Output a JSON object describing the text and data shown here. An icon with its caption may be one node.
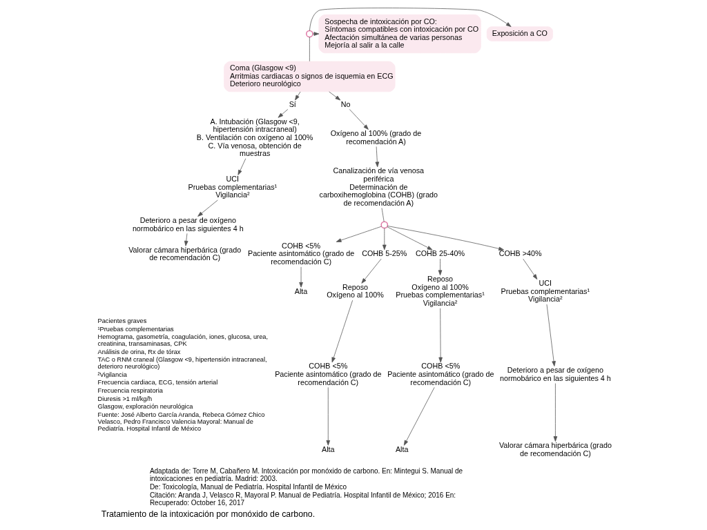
{
  "diagram": {
    "caption": "Tratamiento de la intoxicación por monóxido de carbono.",
    "nodes": [
      {
        "text": [
          "Exposición a CO"
        ]
      },
      {
        "text": [],
        "shape": "circle"
      },
      {
        "text": [
          "Sospecha de intoxicación por CO:",
          "Síntomas compatibles con intoxicación por CO",
          "Afectación simultánea de varias personas",
          "Mejoría al salir a la calle"
        ]
      },
      {
        "text": [
          "Coma (Glasgow <9)",
          "Arritmias cardiacas o signos de isquemia en ECG",
          "Deterioro neurológico"
        ]
      },
      {
        "text": [
          "Sí"
        ]
      },
      {
        "text": [
          "No"
        ]
      },
      {
        "text": [
          "A. Intubación (Glasgow <9, hipertensión intracraneal)",
          "B. Ventilación con oxígeno al 100%",
          "C. Vía venosa, obtención de muestras"
        ]
      },
      {
        "text": [
          "UCI",
          "Pruebas complementarias¹",
          "Vigilancia²"
        ]
      },
      {
        "text": [
          "Deterioro a pesar de oxígeno normobárico en las siguientes 4 h"
        ]
      },
      {
        "text": [
          "Valorar cámara hiperbárica (grado de recomendación C)"
        ]
      },
      {
        "text": [
          "Oxígeno al 100% (grado de recomendación A)"
        ]
      },
      {
        "text": [
          "Canalización de vía venosa periférica",
          "Determinación de carboxihemoglobina (COHB) (grado de recomendación A)"
        ]
      },
      {
        "text": [],
        "shape": "circle"
      },
      {
        "text": [
          "COHB <5%",
          "Paciente asintomático (grado de recomendación C)"
        ]
      },
      {
        "text": [
          "Alta"
        ]
      },
      {
        "text": [
          "COHB 5-25%"
        ]
      },
      {
        "text": [
          "Reposo",
          "Oxígeno al 100%"
        ]
      },
      {
        "text": [
          "COHB <5%",
          "Paciente asintomático (grado de recomendación C)"
        ]
      },
      {
        "text": [
          "Alta"
        ]
      },
      {
        "text": [
          "COHB 25-40%"
        ]
      },
      {
        "text": [
          "Reposo",
          "Oxígeno al 100%",
          "Pruebas complementarias¹",
          "Vigilancia²"
        ]
      },
      {
        "text": [
          "COHB <5%",
          "Paciente asintomático (grado de recomendación C)"
        ]
      },
      {
        "text": [
          "Alta"
        ]
      },
      {
        "text": [
          "COHB >40%"
        ]
      },
      {
        "text": [
          "UCI",
          "Pruebas complementarias¹",
          "Vigilancia²"
        ]
      },
      {
        "text": [
          "Deterioro a pesar de oxígeno normobárico en las siguientes 4 h"
        ]
      },
      {
        "text": [
          "Valorar cámara hiperbárica (grado de recomendación C)"
        ]
      }
    ],
    "edges": [
      {
        "from": 1,
        "to": 0,
        "arrow": "to"
      },
      {
        "from": 1,
        "to": 2,
        "arrow": "to"
      },
      {
        "from": 1,
        "to": 3,
        "arrow": "none"
      },
      {
        "from": 3,
        "to": 4,
        "arrow": "to"
      },
      {
        "from": 3,
        "to": 5,
        "arrow": "to"
      },
      {
        "from": 4,
        "to": 6,
        "arrow": "to"
      },
      {
        "from": 6,
        "to": 7,
        "arrow": "to"
      },
      {
        "from": 7,
        "to": 8,
        "arrow": "to"
      },
      {
        "from": 8,
        "to": 9,
        "arrow": "to"
      },
      {
        "from": 5,
        "to": 10,
        "arrow": "to"
      },
      {
        "from": 10,
        "to": 11,
        "arrow": "to"
      },
      {
        "from": 11,
        "to": 12,
        "arrow": "none"
      },
      {
        "from": 12,
        "to": 13,
        "arrow": "to"
      },
      {
        "from": 12,
        "to": 15,
        "arrow": "to"
      },
      {
        "from": 12,
        "to": 19,
        "arrow": "to"
      },
      {
        "from": 12,
        "to": 23,
        "arrow": "to"
      },
      {
        "from": 13,
        "to": 14,
        "arrow": "to"
      },
      {
        "from": 15,
        "to": 16,
        "arrow": "to"
      },
      {
        "from": 16,
        "to": 17,
        "arrow": "to"
      },
      {
        "from": 17,
        "to": 18,
        "arrow": "to"
      },
      {
        "from": 19,
        "to": 20,
        "arrow": "to"
      },
      {
        "from": 20,
        "to": 21,
        "arrow": "to"
      },
      {
        "from": 21,
        "to": 22,
        "arrow": "to"
      },
      {
        "from": 23,
        "to": 24,
        "arrow": "to"
      },
      {
        "from": 24,
        "to": 25,
        "arrow": "to"
      },
      {
        "from": 25,
        "to": 26,
        "arrow": "to"
      }
    ],
    "labels": [
      "Pacientes graves",
      "¹Pruebas complementarias",
      "Hemograma, gasometría, coagulación, iones, glucosa, urea, creatinina, transaminasas, CPK",
      "Análisis de orina, Rx de tórax",
      "TAC o RNM craneal (Glasgow <9, hipertensión intracraneal, deterioro neurológico)",
      "²Vigilancia",
      "Frecuencia cardiaca, ECG, tensión arterial",
      "Frecuencia respiratoria",
      "Diuresis >1 ml/kg/h",
      "Glasgow, exploración neurológica",
      "Fuente: José Alberto García Aranda, Rebeca Gómez Chico Velasco, Pedro Francisco Valencia Mayoral: Manual de Pediatría. Hospital Infantil de México",
      "Adaptada de: Torre M, Cabañero M. Intoxicación por monóxido de carbono. En: Mintegui S. Manual de intoxicaciones en pediatría. Madrid: 2003.",
      "De: Toxicología, Manual de Pediatría. Hospital Infantil de México",
      "Citación: Aranda J, Velasco R, Mayoral P. Manual de Pediatría. Hospital Infantil de México; 2016 En: Recuperado: October 16, 2017"
    ]
  }
}
